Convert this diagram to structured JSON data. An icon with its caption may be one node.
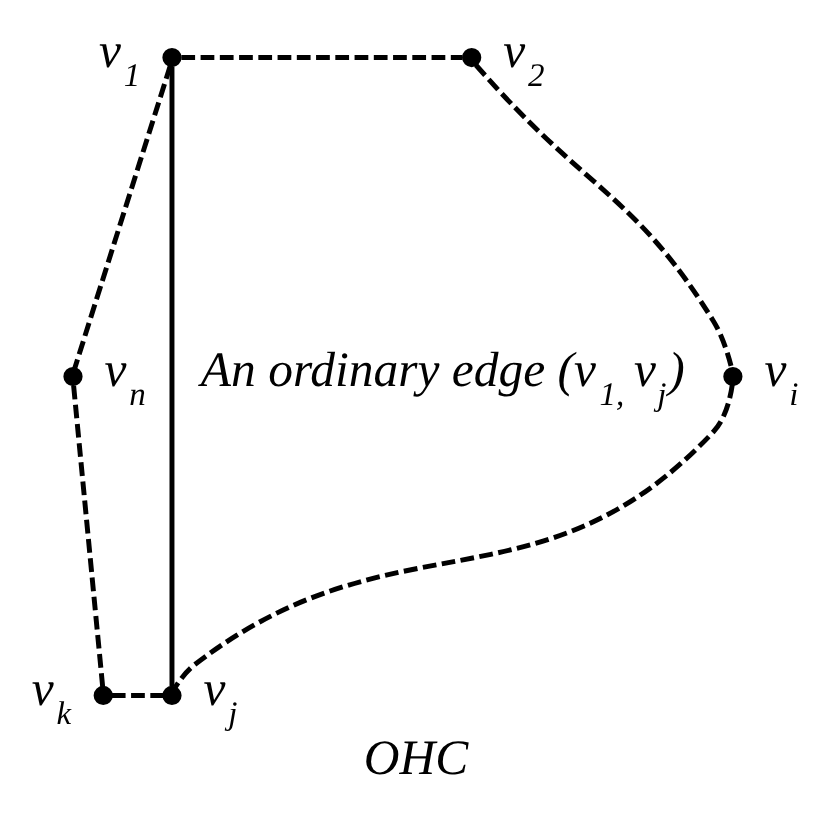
{
  "diagram": {
    "caption": "OHC",
    "nodes": [
      {
        "text": [],
        "shape": "circle",
        "beside": [
          "v$_{1}$"
        ]
      },
      {
        "text": [],
        "shape": "circle",
        "beside": [
          "v$_{2}$"
        ]
      },
      {
        "text": [],
        "shape": "circle",
        "beside": [
          "v$_{n}$"
        ]
      },
      {
        "text": [],
        "shape": "circle",
        "beside": [
          "v$_{i}$"
        ]
      },
      {
        "text": [],
        "shape": "circle",
        "beside": [
          "v$_{k}$"
        ]
      },
      {
        "text": [],
        "shape": "circle",
        "beside": [
          "v$_{j}$"
        ]
      }
    ],
    "edges": [
      {
        "from": 0,
        "to": 1,
        "arrow": "none",
        "style": "dashed"
      },
      {
        "from": 0,
        "to": 2,
        "arrow": "none",
        "style": "dashed"
      },
      {
        "from": 0,
        "to": 5,
        "arrow": "none",
        "label": "An ordinary edge (v$_{1,}$ v$_{j}$)"
      },
      {
        "from": 1,
        "to": 3,
        "arrow": "none",
        "style": "dashed"
      },
      {
        "from": 2,
        "to": 4,
        "arrow": "none",
        "style": "dashed"
      },
      {
        "from": 3,
        "to": 5,
        "arrow": "none",
        "style": "dashed"
      },
      {
        "from": 4,
        "to": 5,
        "arrow": "none",
        "style": "dashed"
      }
    ]
  }
}
